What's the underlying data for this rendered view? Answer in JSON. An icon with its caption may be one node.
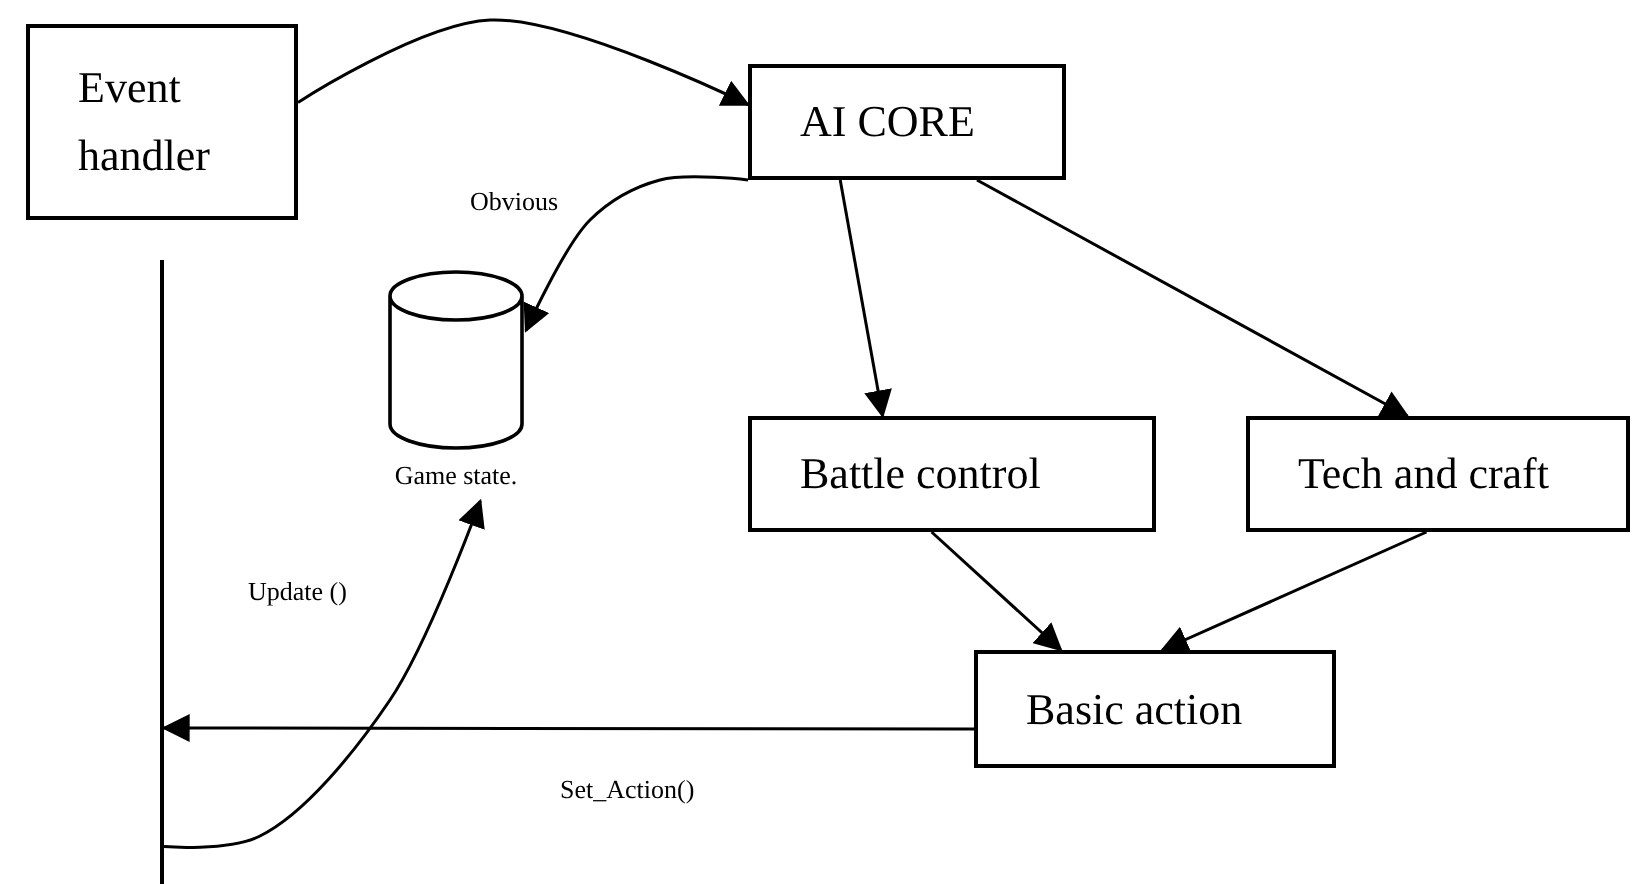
{
  "diagram": {
    "nodes": [
      {
        "text": [
          "Event handler"
        ]
      },
      {
        "text": [
          "AI CORE"
        ]
      },
      {
        "text": [],
        "shape": "bar"
      },
      {
        "text": [
          "Game state."
        ]
      },
      {
        "text": [
          "Battle control"
        ]
      },
      {
        "text": [
          "Tech and craft"
        ]
      },
      {
        "text": [
          "Basic action"
        ]
      }
    ],
    "edges": [
      {
        "from": 0,
        "to": 1,
        "arrow": "to"
      },
      {
        "from": 1,
        "to": 3,
        "arrow": "to",
        "label": "Obvious"
      },
      {
        "from": 1,
        "to": 4,
        "arrow": "to"
      },
      {
        "from": 1,
        "to": 5,
        "arrow": "to"
      },
      {
        "from": 4,
        "to": 6,
        "arrow": "to"
      },
      {
        "from": 5,
        "to": 6,
        "arrow": "to"
      },
      {
        "from": 6,
        "to": 2,
        "arrow": "to",
        "label": "Set_Action()"
      },
      {
        "from": 2,
        "to": 3,
        "arrow": "to",
        "label": "Update ()"
      }
    ]
  }
}
